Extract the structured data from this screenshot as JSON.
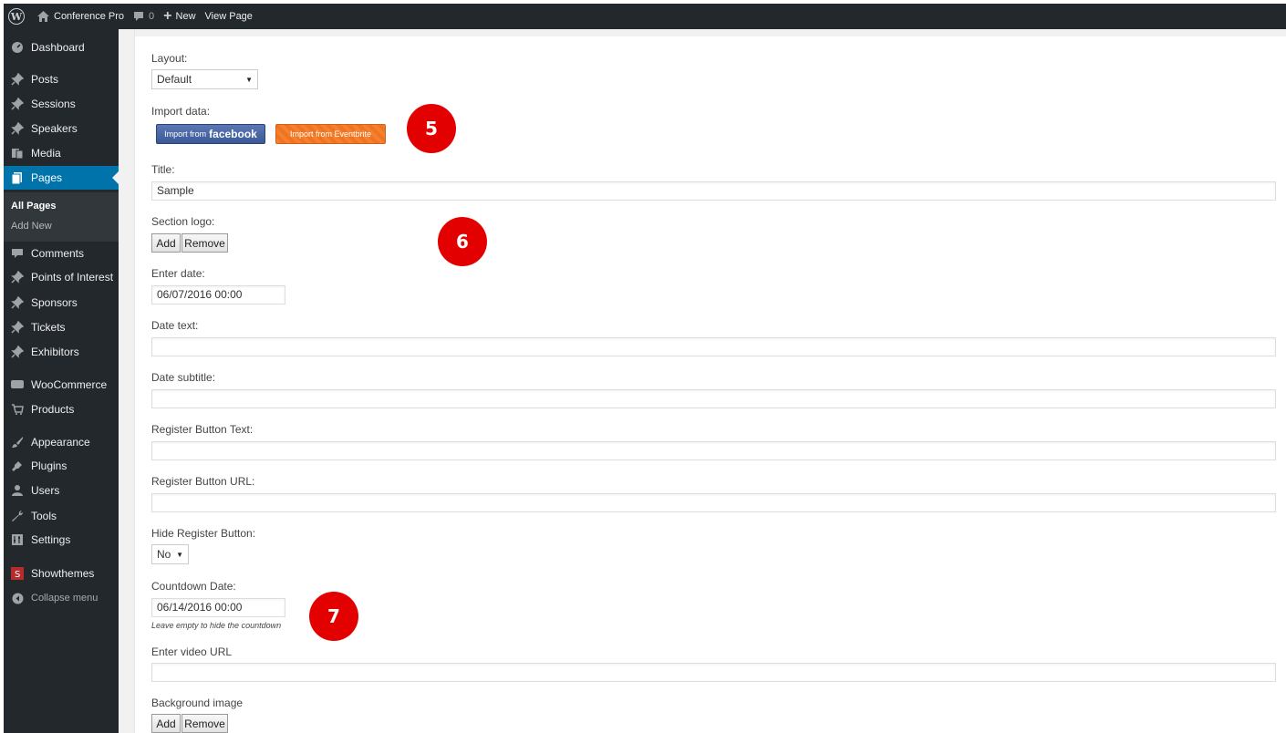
{
  "adminbar": {
    "site_name": "Conference Pro",
    "comments_count": "0",
    "new_label": "New",
    "view_page_label": "View Page"
  },
  "sidebar": {
    "items": [
      {
        "label": "Dashboard",
        "icon": "dashboard-icon"
      },
      {
        "label": "Posts",
        "icon": "pin-icon"
      },
      {
        "label": "Sessions",
        "icon": "pin-icon"
      },
      {
        "label": "Speakers",
        "icon": "pin-icon"
      },
      {
        "label": "Media",
        "icon": "media-icon"
      },
      {
        "label": "Pages",
        "icon": "pages-icon"
      },
      {
        "label": "Comments",
        "icon": "comment-icon"
      },
      {
        "label": "Points of Interest",
        "icon": "pin-icon"
      },
      {
        "label": "Sponsors",
        "icon": "pin-icon"
      },
      {
        "label": "Tickets",
        "icon": "pin-icon"
      },
      {
        "label": "Exhibitors",
        "icon": "pin-icon"
      },
      {
        "label": "WooCommerce",
        "icon": "woocommerce-icon"
      },
      {
        "label": "Products",
        "icon": "cart-icon"
      },
      {
        "label": "Appearance",
        "icon": "brush-icon"
      },
      {
        "label": "Plugins",
        "icon": "plug-icon"
      },
      {
        "label": "Users",
        "icon": "user-icon"
      },
      {
        "label": "Tools",
        "icon": "wrench-icon"
      },
      {
        "label": "Settings",
        "icon": "settings-icon"
      },
      {
        "label": "Showthemes",
        "icon": "showthemes-icon"
      }
    ],
    "submenu": [
      {
        "label": "All Pages"
      },
      {
        "label": "Add New"
      }
    ],
    "collapse_label": "Collapse menu"
  },
  "form": {
    "layout": {
      "label": "Layout:",
      "value": "Default"
    },
    "import": {
      "label": "Import data:",
      "facebook_prefix": "Import from",
      "facebook_brand": "facebook",
      "eventbrite_label": "Import from Eventbrite"
    },
    "title": {
      "label": "Title:",
      "value": "Sample"
    },
    "section_logo": {
      "label": "Section logo:",
      "add": "Add",
      "remove": "Remove"
    },
    "enter_date": {
      "label": "Enter date:",
      "value": "06/07/2016 00:00"
    },
    "date_text": {
      "label": "Date text:",
      "value": ""
    },
    "date_subtitle": {
      "label": "Date subtitle:",
      "value": ""
    },
    "register_text": {
      "label": "Register Button Text:",
      "value": ""
    },
    "register_url": {
      "label": "Register Button URL:",
      "value": ""
    },
    "hide_register": {
      "label": "Hide Register Button:",
      "value": "No"
    },
    "countdown": {
      "label": "Countdown Date:",
      "value": "06/14/2016 00:00",
      "hint": "Leave empty to hide the countdown"
    },
    "video_url": {
      "label": "Enter video URL",
      "value": ""
    },
    "background_image": {
      "label": "Background image",
      "add": "Add",
      "remove": "Remove"
    }
  },
  "badges": {
    "five": "5",
    "six": "6",
    "seven": "7"
  },
  "colors": {
    "admin_dark": "#23282d",
    "active_blue": "#0073aa",
    "facebook_blue": "#3b5998",
    "eventbrite_orange": "#f6802f",
    "badge_red": "#e30000"
  }
}
